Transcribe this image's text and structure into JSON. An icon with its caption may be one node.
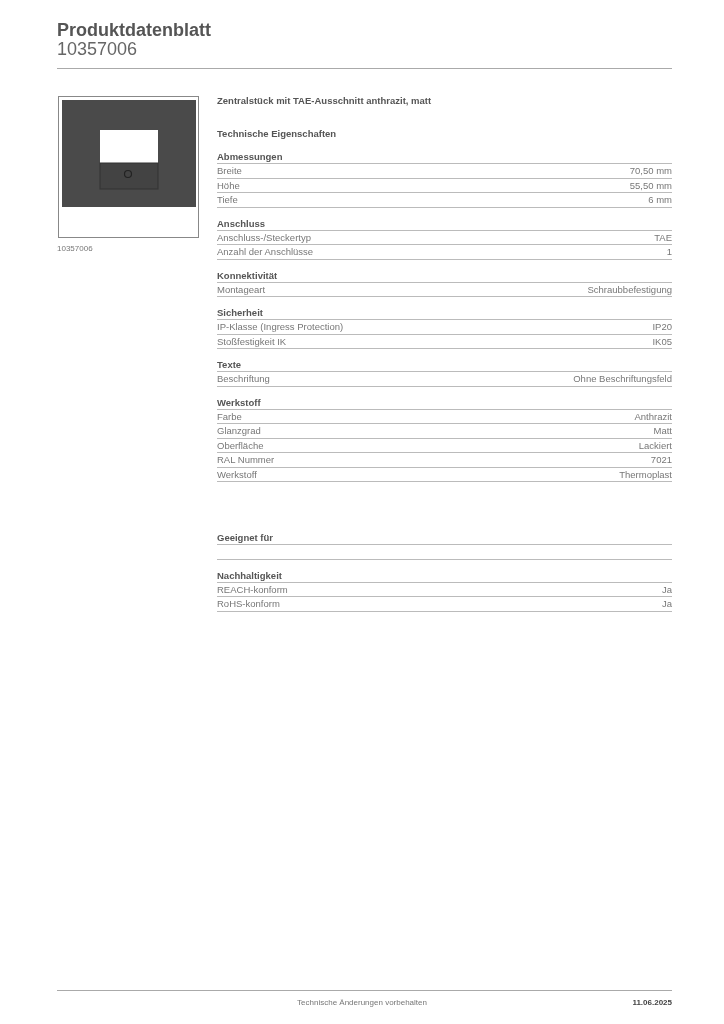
{
  "diagram": {
    "title": "Produktdatenblatt",
    "labels": [
      "10357006",
      "10357006",
      "Zentralstück mit TAE-Ausschnitt anthrazit, matt",
      "Technische Eigenschaften",
      "Abmessungen",
      "Breite",
      "70,50 mm",
      "Höhe",
      "55,50 mm",
      "Tiefe",
      "6 mm",
      "Anschluss",
      "Anschluss-/Steckertyp",
      "TAE",
      "Anzahl der Anschlüsse",
      "1",
      "Konnektivität",
      "Montageart",
      "Schraubbefestigung",
      "Sicherheit",
      "IP-Klasse (Ingress Protection)",
      "IP20",
      "Stoßfestigkeit IK",
      "IK05",
      "Texte",
      "Beschriftung",
      "Ohne Beschriftungsfeld",
      "Werkstoff",
      "Farbe",
      "Anthrazit",
      "Glanzgrad",
      "Matt",
      "Oberfläche",
      "Lackiert",
      "RAL Nummer",
      "7021",
      "Werkstoff",
      "Thermoplast",
      "Geeignet für",
      "Nachhaltigkeit",
      "REACH-konform",
      "Ja",
      "RoHS-konform",
      "Ja",
      "Technische Änderungen vorbehalten",
      "11.06.2025"
    ]
  }
}
